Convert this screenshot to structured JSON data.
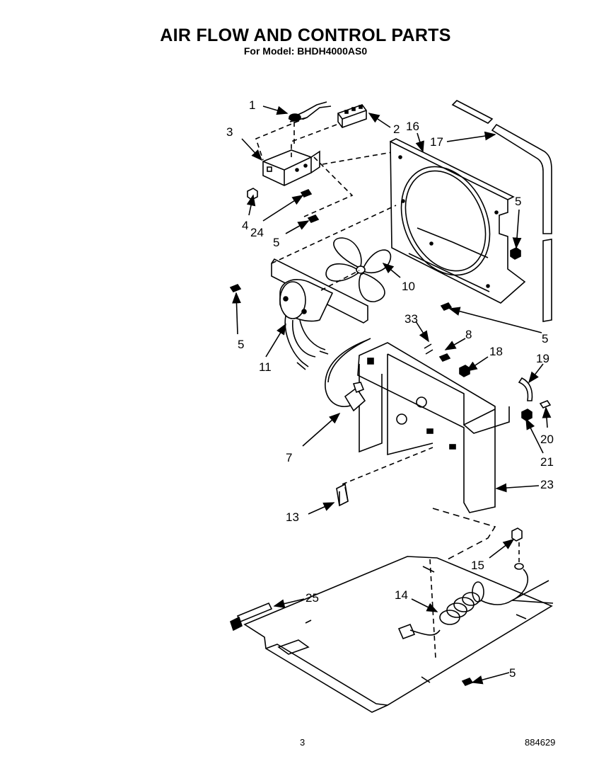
{
  "header": {
    "title": "AIR FLOW AND CONTROL PARTS",
    "subtitle": "For Model: BHDH4000AS0"
  },
  "callouts": [
    "1",
    "2",
    "3",
    "16",
    "17",
    "5",
    "4",
    "24",
    "5",
    "10",
    "33",
    "8",
    "18",
    "19",
    "5",
    "11",
    "5",
    "7",
    "20",
    "21",
    "23",
    "13",
    "15",
    "25",
    "14",
    "5"
  ],
  "footer": {
    "page_number": "3",
    "doc_number": "884629"
  }
}
